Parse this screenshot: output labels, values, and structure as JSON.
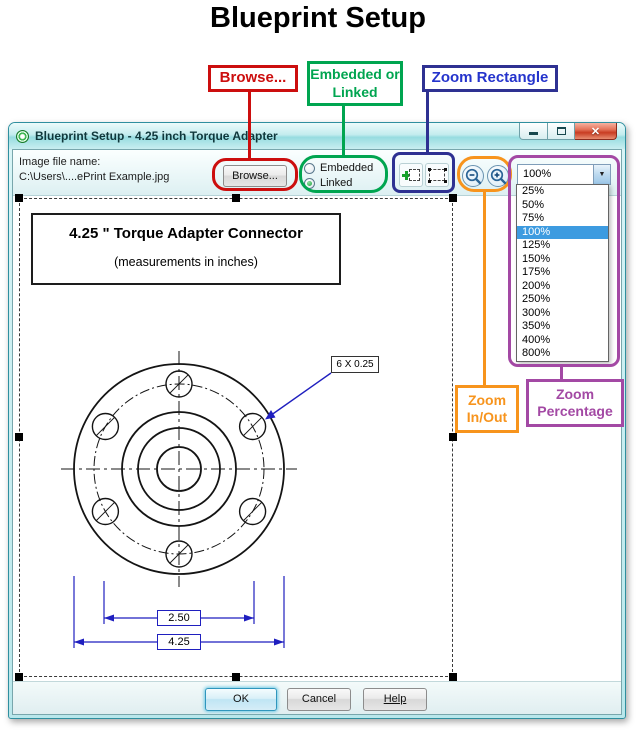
{
  "page_title": "Blueprint Setup",
  "callouts": {
    "browse": "Browse...",
    "embedded_or_linked": "Embedded or Linked",
    "zoom_rectangle": "Zoom Rectangle",
    "zoom_in_out": "Zoom In/Out",
    "zoom_percentage": "Zoom Percentage"
  },
  "colors": {
    "red": "#cc0e0e",
    "green": "#00a550",
    "blue": "#2e3192",
    "orange": "#f7941d",
    "purple": "#a349a4"
  },
  "icons": {
    "close": "✕",
    "dropdown_arrow": "▼"
  },
  "dialog": {
    "title": "Blueprint Setup - 4.25 inch Torque Adapter",
    "toolbar": {
      "image_file_label": "Image file name:",
      "image_file_path": "C:\\Users\\....ePrint Example.jpg",
      "browse_button": "Browse...",
      "radio_embedded": "Embedded",
      "radio_linked": "Linked",
      "zoom_value": "100%",
      "zoom_selected": "100%",
      "zoom_options": [
        "25%",
        "50%",
        "75%",
        "100%",
        "125%",
        "150%",
        "175%",
        "200%",
        "250%",
        "300%",
        "350%",
        "400%",
        "800%"
      ]
    },
    "blueprint": {
      "title": "4.25 \" Torque Adapter Connector",
      "subtitle": "(measurements in inches)",
      "hole_label": "6 X 0.25",
      "dim_inner": "2.50",
      "dim_outer": "4.25"
    },
    "buttons": {
      "ok": "OK",
      "cancel": "Cancel",
      "help": "Help"
    }
  }
}
